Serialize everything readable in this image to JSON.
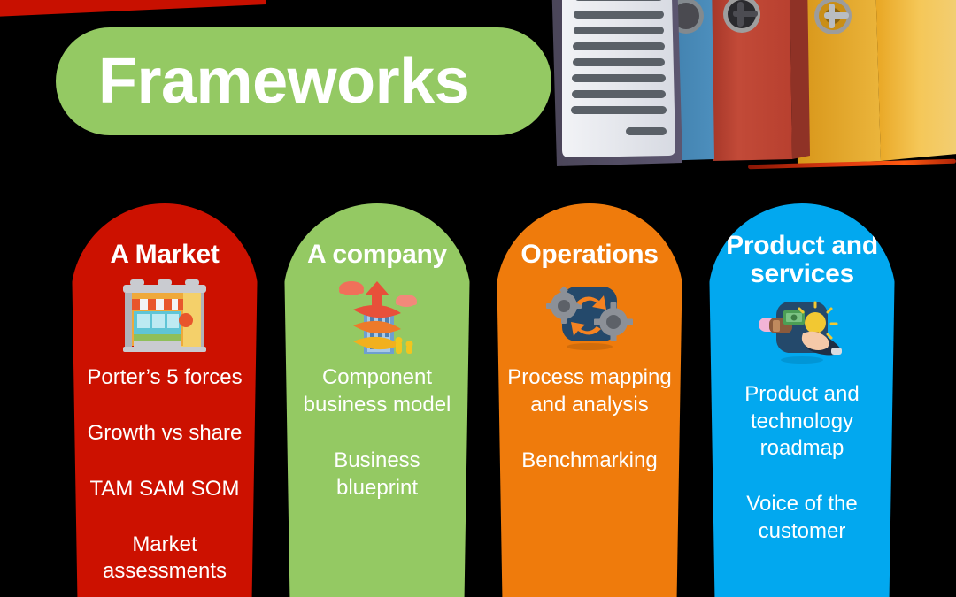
{
  "header": {
    "title": "Frameworks",
    "title_pill_color": "#94C963",
    "accent_band_color": "#C81000",
    "artwork_name": "ring-binders-with-document-illustration"
  },
  "colors": {
    "red": "#CC1100",
    "green": "#94C963",
    "orange": "#EF7B0C",
    "blue": "#02A8EF",
    "background": "#000000",
    "text": "#FFFFFF"
  },
  "columns": [
    {
      "title": "A Market",
      "color": "#CC1100",
      "icon": "market-stall-icon",
      "items": [
        "Porter’s 5 forces",
        "Growth vs share",
        "TAM SAM SOM",
        "Market assessments"
      ]
    },
    {
      "title": "A company",
      "color": "#94C963",
      "icon": "growing-building-icon",
      "items": [
        "Component business model",
        "Business blueprint"
      ]
    },
    {
      "title": "Operations",
      "color": "#EF7B0C",
      "icon": "gears-process-icon",
      "items": [
        "Process mapping and analysis",
        "Benchmarking"
      ]
    },
    {
      "title": "Product and services",
      "color": "#02A8EF",
      "icon": "money-for-idea-icon",
      "items": [
        "Product and technology roadmap",
        "Voice of the customer"
      ]
    }
  ]
}
